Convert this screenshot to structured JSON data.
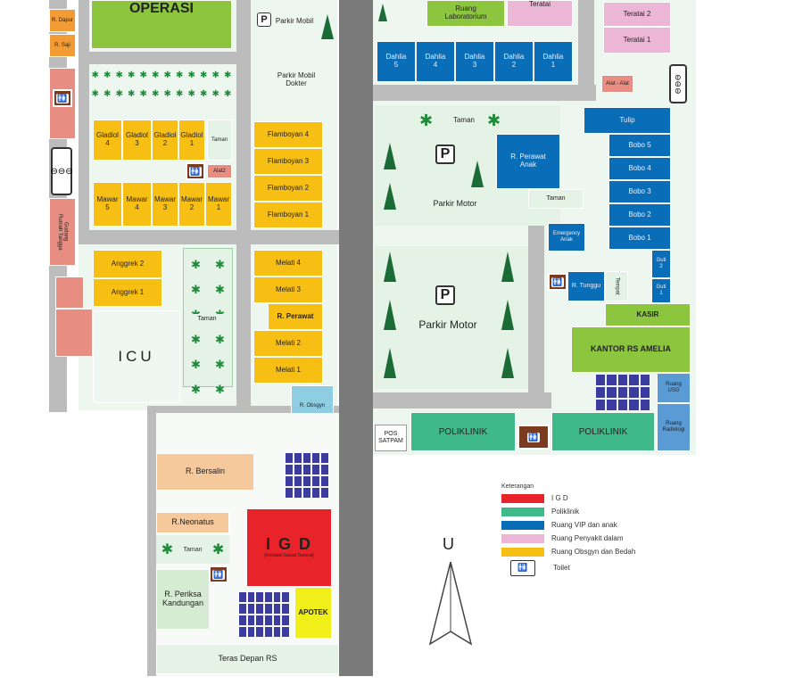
{
  "colors": {
    "igd": "#e8242a",
    "poliklinik": "#3fb98a",
    "vip": "#0a6db7",
    "penyakit_dalam": "#ecb6d6",
    "obsgyn": "#f7bf14",
    "green": "#8cc63f"
  },
  "rooms": {
    "operasi": "OPERASI",
    "dapur": "R. Dapur",
    "saji": "R. Saji",
    "gladiol": [
      "Gladiol\n4",
      "Gladiol\n3",
      "Gladiol\n2",
      "Gladiol\n1"
    ],
    "mawar": [
      "Mawar\n5",
      "Mawar\n4",
      "Mawar\n3",
      "Mawar\n2",
      "Mawar\n1"
    ],
    "taman": "Taman",
    "alat": "Alat2",
    "flamboyan": [
      "Flamboyan 4",
      "Flamboyan 3",
      "Flamboyan 2",
      "Flamboyan 1"
    ],
    "parkir_mobil": "Parkir Mobil",
    "parkir_mobil_dokter": "Parkir Mobil\nDokter",
    "anggrek": [
      "Anggrek 2",
      "Anggrek 1"
    ],
    "melati_top": [
      "Melati 4",
      "Melati 3"
    ],
    "r_perawat": "R. Perawat",
    "melati_bottom": [
      "Melati 2",
      "Melati 1"
    ],
    "icu": "ICU",
    "r_obsgyn": "R. Obsgyn",
    "gudang": "Gudang\nRumah Tangga",
    "ruang_lab": "Ruang\nLaboratorium",
    "teratai": "Teratai",
    "teratai_list": [
      "Teratai 2",
      "Teratai 1"
    ],
    "dahlia": [
      "Dahlia\n5",
      "Dahlia\n4",
      "Dahlia\n3",
      "Dahlia\n2",
      "Dahlia\n1"
    ],
    "alat_alat": "Alat - Alat",
    "r_perawat_anak": "R. Perawat\nAnak",
    "taman_top": "Taman",
    "parkir_motor_top": "Parkir Motor",
    "taman_small": "Taman",
    "emergency_anak": "Emergency\nAnak",
    "tulip": "Tulip",
    "bobo": [
      "Bobo 5",
      "Bobo 4",
      "Bobo 3",
      "Bobo 2",
      "Bobo 1"
    ],
    "guti": [
      "Guti\n2",
      "Guti\n1"
    ],
    "r_tunggu": "R. Tunggu",
    "tempat": "Tempat",
    "kasir": "KASIR",
    "kantor": "KANTOR RS AMELIA",
    "parkir_motor": "Parkir Motor",
    "ruang_usg": "Ruang\nUSG",
    "ruang_radiologi": "Ruang\nRadiologi",
    "pos_satpam": "POS\nSATPAM",
    "poliklinik1": "POLIKLINIK",
    "poliklinik2": "POLIKLINIK",
    "r_bersalin": "R. Bersalin",
    "r_neonatus": "R.Neonatus",
    "taman_bottom": "Taman",
    "igd": "I G D",
    "igd_sub": "(Instalasi Gawat Darurat)",
    "r_periksa": "R. Periksa\nKandungan",
    "apotek": "APOTEK",
    "teras": "Teras Depan RS",
    "parking_symbol": "P"
  },
  "legend": {
    "title": "Keterangan",
    "items": [
      {
        "label": "I G D",
        "color": "#e8242a"
      },
      {
        "label": "Poliklinik",
        "color": "#3fb98a"
      },
      {
        "label": "Ruang VIP dan anak",
        "color": "#0a6db7"
      },
      {
        "label": "Ruang Penyakit dalam",
        "color": "#ecb6d6"
      },
      {
        "label": "Ruang Obsgyn dan Bedah",
        "color": "#f7bf14"
      }
    ],
    "toilet": "Toilet"
  },
  "compass": "U"
}
